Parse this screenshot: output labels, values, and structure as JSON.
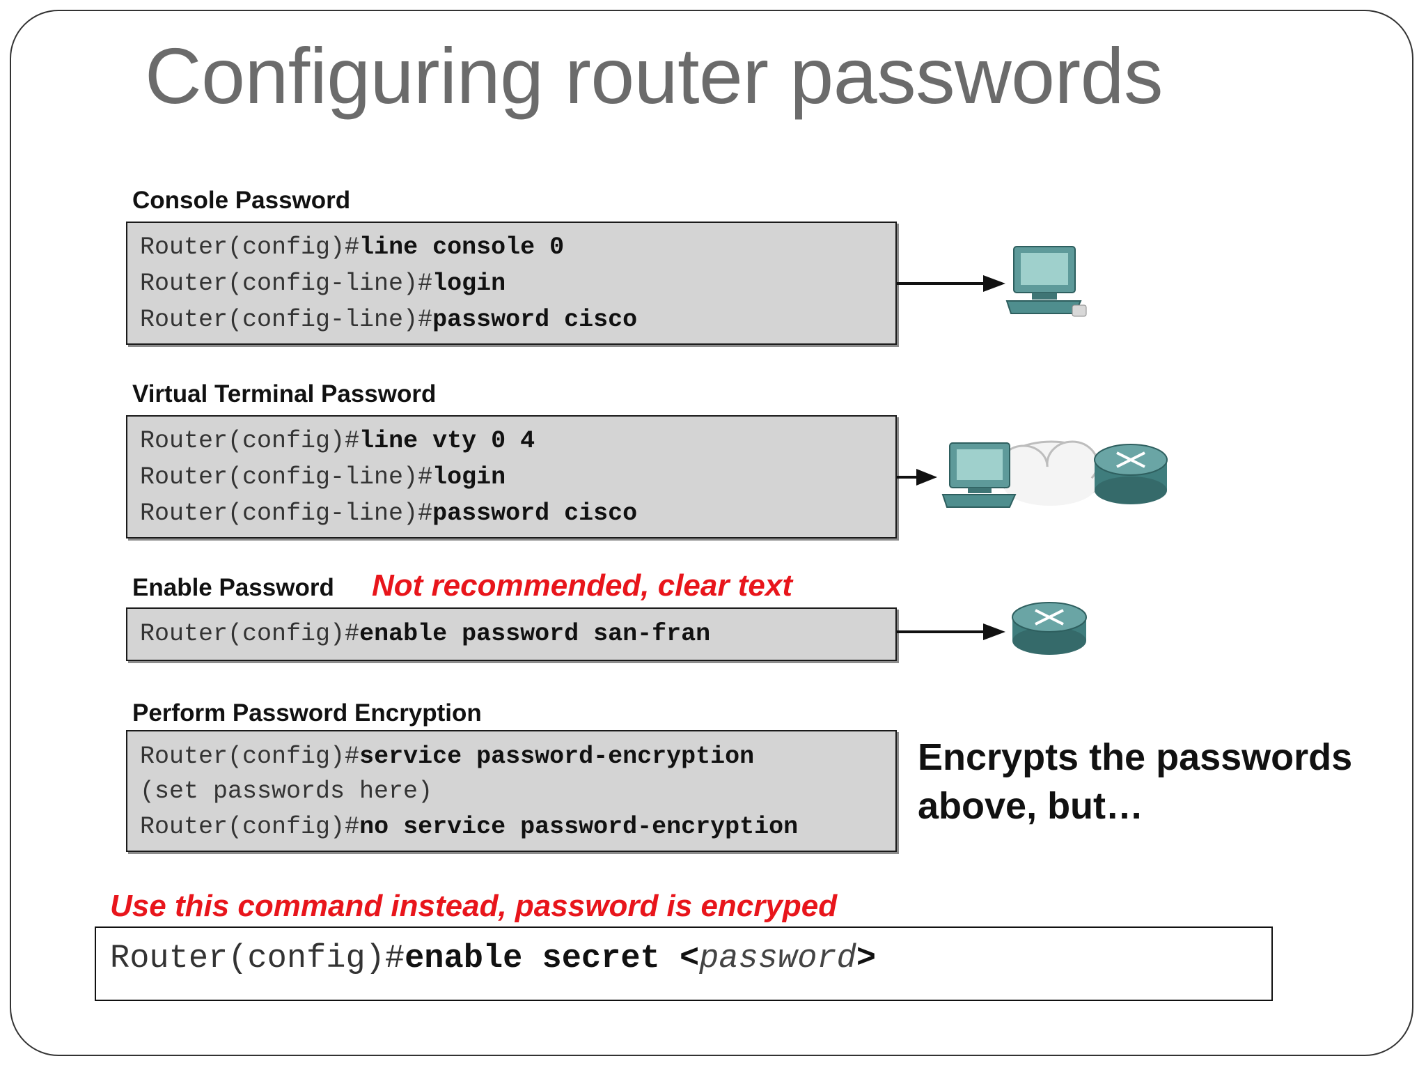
{
  "slide": {
    "title": "Configuring router passwords"
  },
  "console": {
    "label": "Console Password",
    "lines": [
      {
        "prompt": "Router(config)#",
        "command": "line console 0"
      },
      {
        "prompt": "Router(config-line)#",
        "command": "login"
      },
      {
        "prompt": "Router(config-line)#",
        "command": "password cisco"
      }
    ],
    "device": "pc-icon"
  },
  "vty": {
    "label": "Virtual Terminal Password",
    "lines": [
      {
        "prompt": "Router(config)#",
        "command": "line vty 0 4"
      },
      {
        "prompt": "Router(config-line)#",
        "command": "login"
      },
      {
        "prompt": "Router(config-line)#",
        "command": "password cisco"
      }
    ],
    "devices": [
      "pc-icon",
      "cloud-icon",
      "router-icon"
    ]
  },
  "enable": {
    "label": "Enable Password",
    "note": "Not recommended, clear text",
    "lines": [
      {
        "prompt": "Router(config)#",
        "command": "enable password san-fran"
      }
    ],
    "device": "router-icon"
  },
  "encryption": {
    "label": "Perform Password Encryption",
    "lines": [
      {
        "prompt": "Router(config)#",
        "command": "service password-encryption"
      },
      {
        "prompt": "(set passwords here)",
        "command": ""
      },
      {
        "prompt": "Router(config)#",
        "command": "no service password-encryption"
      }
    ],
    "side_text_1": "Encrypts the passwords",
    "side_text_2": "above, but…"
  },
  "secret": {
    "note": "Use this command instead, password is encryped",
    "prompt": "Router(config)#",
    "command": "enable secret ",
    "arg_open": "<",
    "arg": "password",
    "arg_close": ">"
  },
  "colors": {
    "title": "#6b6b6b",
    "note_red": "#e8151b",
    "box_fill": "#d4d4d4",
    "device_teal": "#4f8e8e"
  }
}
